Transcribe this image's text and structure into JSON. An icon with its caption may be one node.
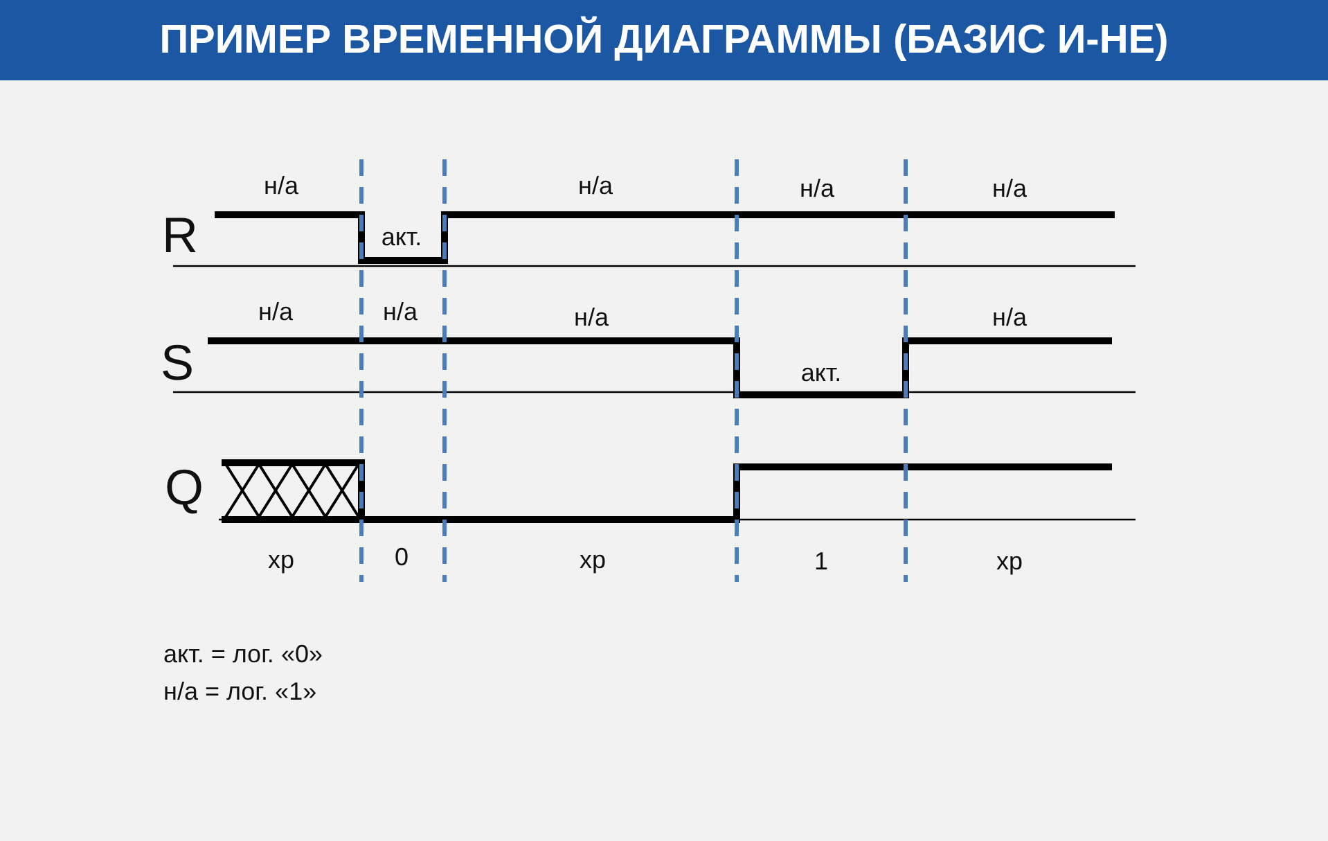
{
  "diagram": {
    "title": "ПРИМЕР ВРЕМЕННОЙ ДИАГРАММЫ (БАЗИС И-НЕ)",
    "labels": [
      "н/а",
      "н/а",
      "н/а",
      "н/а",
      "R",
      "акт.",
      "н/а",
      "н/а",
      "н/а",
      "н/а",
      "S",
      "акт.",
      "Q",
      "хр",
      "0",
      "хр",
      "1",
      "хр",
      "акт. = лог. «0»",
      "н/а = лог. «1»"
    ]
  }
}
